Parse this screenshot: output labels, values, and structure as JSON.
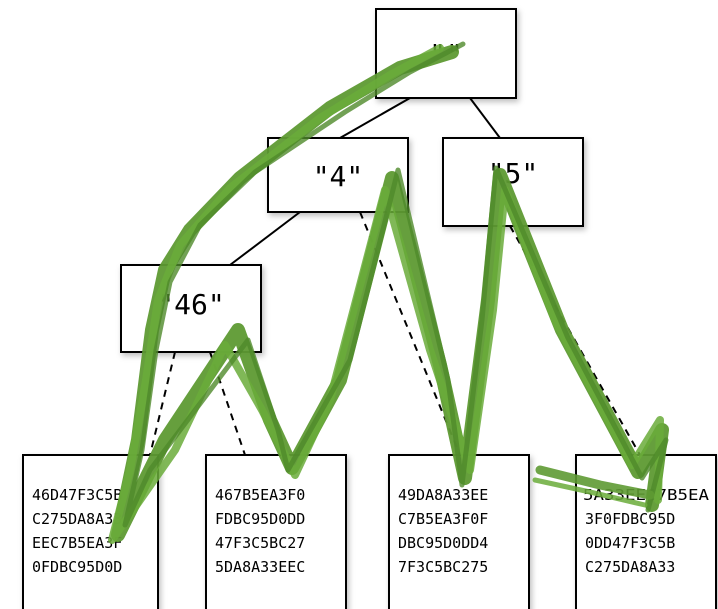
{
  "tree": {
    "nodes": [
      {
        "id": "root",
        "label": "\"\""
      },
      {
        "id": "n4",
        "label": "\"4\""
      },
      {
        "id": "n5",
        "label": "\"5\""
      },
      {
        "id": "n46",
        "label": "\"46\""
      }
    ],
    "leaves": [
      {
        "id": "leaf-1",
        "lines": [
          "46D47F3C5B",
          "C275DA8A33",
          "EEC7B5EA3F",
          "0FDBC95D0D"
        ]
      },
      {
        "id": "leaf-2",
        "lines": [
          "467B5EA3F0",
          "FDBC95D0DD",
          "47F3C5BC27",
          "5DA8A33EEC"
        ]
      },
      {
        "id": "leaf-3",
        "lines": [
          "49DA8A33EE",
          "C7B5EA3F0F",
          "DBC95D0DD4",
          "7F3C5BC275"
        ]
      },
      {
        "id": "leaf-4",
        "lines": [
          "5A33EEC7B5EA",
          "3F0FDBC95D",
          "0DD47F3C5B",
          "C275DA8A33"
        ]
      }
    ]
  },
  "colors": {
    "box_stroke": "#000000",
    "box_fill": "#ffffff",
    "path_stroke": "#5e9a33"
  }
}
